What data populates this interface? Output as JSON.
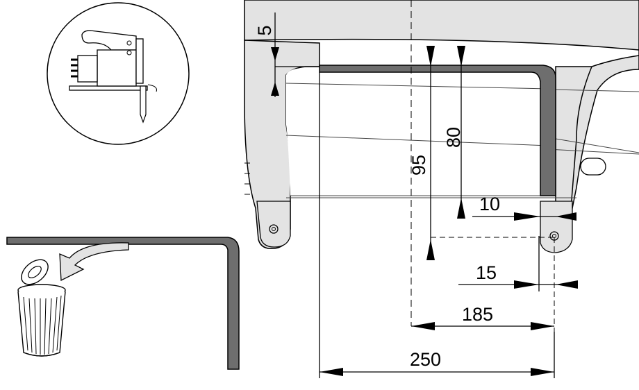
{
  "colors": {
    "background": "#ffffff",
    "part_fill": "#e3e3e3",
    "template_fill": "#6e6e6e",
    "line": "#000000",
    "thin_line": "#444444"
  },
  "dimensions": {
    "d5": "5",
    "d80": "80",
    "d95": "95",
    "d10": "10",
    "d15": "15",
    "d185": "185",
    "d250": "250"
  },
  "icons": [
    "jigsaw-icon",
    "trash-bin-icon",
    "curved-arrow-icon"
  ]
}
